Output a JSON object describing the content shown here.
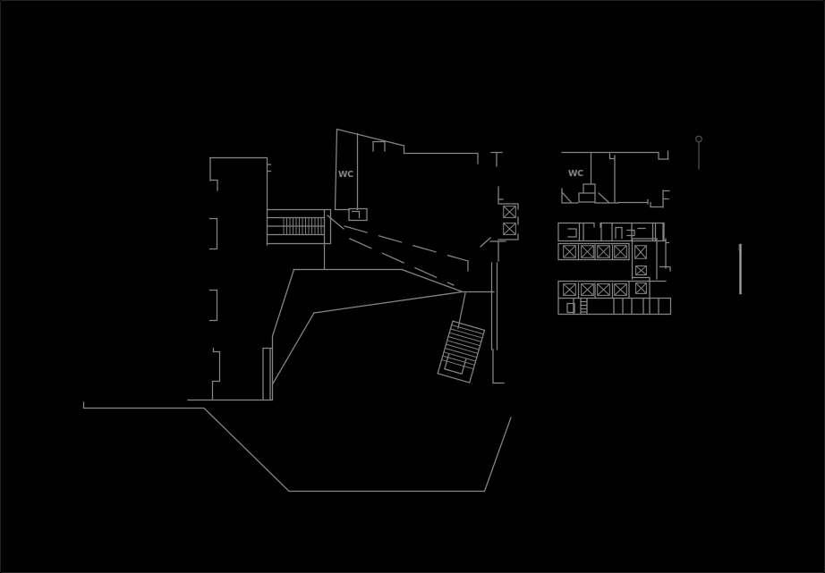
{
  "window": {
    "background": "#000000",
    "border_color": "#232323"
  },
  "drawing": {
    "line_color": "#868686",
    "hatch_color": "#7d7d7d",
    "dim_color": "#4f4f4f",
    "bright_color": "#9e9e9e",
    "labels": {
      "wc_left": "WC",
      "wc_right": "WC"
    },
    "symbols": {
      "elevator_shaft": "x-in-box",
      "pin_marker": "circle-with-stem"
    }
  }
}
